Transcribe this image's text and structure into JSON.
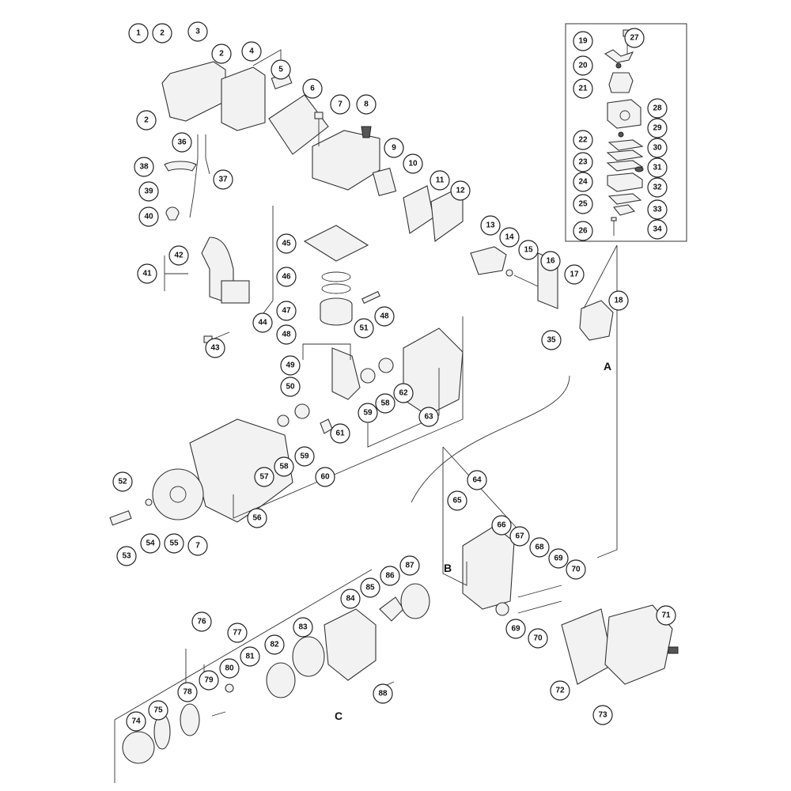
{
  "title_hidden": null,
  "callouts": [
    "1",
    "2",
    "3",
    "2",
    "4",
    "5",
    "2",
    "6",
    "7",
    "8",
    "9",
    "10",
    "11",
    "12",
    "13",
    "14",
    "15",
    "16",
    "17",
    "18",
    "19",
    "27",
    "20",
    "21",
    "28",
    "29",
    "22",
    "30",
    "23",
    "31",
    "24",
    "32",
    "33",
    "25",
    "34",
    "26",
    "36",
    "38",
    "37",
    "39",
    "40",
    "42",
    "41",
    "45",
    "46",
    "47",
    "44",
    "43",
    "48",
    "51",
    "48",
    "35",
    "49",
    "50",
    "62",
    "58",
    "59",
    "63",
    "61",
    "57",
    "58",
    "59",
    "60",
    "52",
    "53",
    "54",
    "55",
    "7",
    "56",
    "64",
    "65",
    "66",
    "67",
    "68",
    "69",
    "70",
    "69",
    "70",
    "71",
    "72",
    "73",
    "87",
    "86",
    "85",
    "84",
    "83",
    "82",
    "76",
    "77",
    "81",
    "80",
    "79",
    "78",
    "88",
    "74",
    "75"
  ],
  "connection_labels": [
    "A",
    "B",
    "C"
  ]
}
